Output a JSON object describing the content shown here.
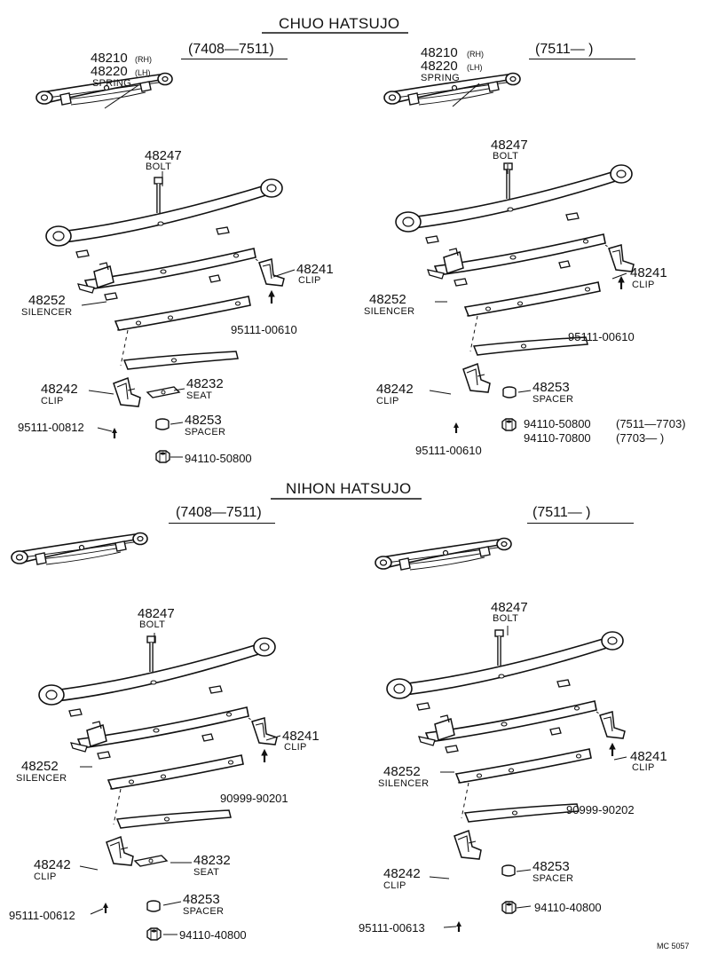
{
  "sections": [
    {
      "heading": "CHUO HATSUJO"
    },
    {
      "heading": "NIHON HATSUJO"
    }
  ],
  "panels": {
    "tl": {
      "range": "(7408—7511)",
      "spring_rh": "48210",
      "rh": "(RH)",
      "spring_lh": "48220",
      "lh": "(LH)",
      "spring_caption": "SPRING",
      "bolt_no": "48247",
      "bolt_caption": "BOLT",
      "clip1_no": "48241",
      "clip1_caption": "CLIP",
      "silencer_no": "48252",
      "silencer_caption": "SILENCER",
      "screw1_no": "95111-00610",
      "clip2_no": "48242",
      "clip2_caption": "CLIP",
      "seat_no": "48232",
      "seat_caption": "SEAT",
      "screw2_no": "95111-00812",
      "spacer_no": "48253",
      "spacer_caption": "SPACER",
      "nut_no": "94110-50800"
    },
    "tr": {
      "range": "(7511—       )",
      "spring_rh": "48210",
      "rh": "(RH)",
      "spring_lh": "48220",
      "lh": "(LH)",
      "spring_caption": "SPRING",
      "bolt_no": "48247",
      "bolt_caption": "BOLT",
      "clip1_no": "48241",
      "clip1_caption": "CLIP",
      "silencer_no": "48252",
      "silencer_caption": "SILENCER",
      "screw1_no": "95111-00610",
      "clip2_no": "48242",
      "clip2_caption": "CLIP",
      "spacer_no": "48253",
      "spacer_caption": "SPACER",
      "nut1_no": "94110-50800",
      "nut1_range": "(7511—7703)",
      "nut2_no": "94110-70800",
      "nut2_range": "(7703—        )",
      "screw2_no": "95111-00610"
    },
    "bl": {
      "range": "(7408—7511)",
      "bolt_no": "48247",
      "bolt_caption": "BOLT",
      "clip1_no": "48241",
      "clip1_caption": "CLIP",
      "silencer_no": "48252",
      "silencer_caption": "SILENCER",
      "screw1_no": "90999-90201",
      "clip2_no": "48242",
      "clip2_caption": "CLIP",
      "seat_no": "48232",
      "seat_caption": "SEAT",
      "spacer_no": "48253",
      "spacer_caption": "SPACER",
      "screw2_no": "95111-00612",
      "nut_no": "94110-40800"
    },
    "br": {
      "range": "(7511—       )",
      "bolt_no": "48247",
      "bolt_caption": "BOLT",
      "clip1_no": "48241",
      "clip1_caption": "CLIP",
      "silencer_no": "48252",
      "silencer_caption": "SILENCER",
      "screw1_no": "90999-90202",
      "clip2_no": "48242",
      "clip2_caption": "CLIP",
      "spacer_no": "48253",
      "spacer_caption": "SPACER",
      "nut_no": "94110-40800",
      "screw2_no": "95111-00613"
    }
  },
  "figure_code": "MC 5057"
}
